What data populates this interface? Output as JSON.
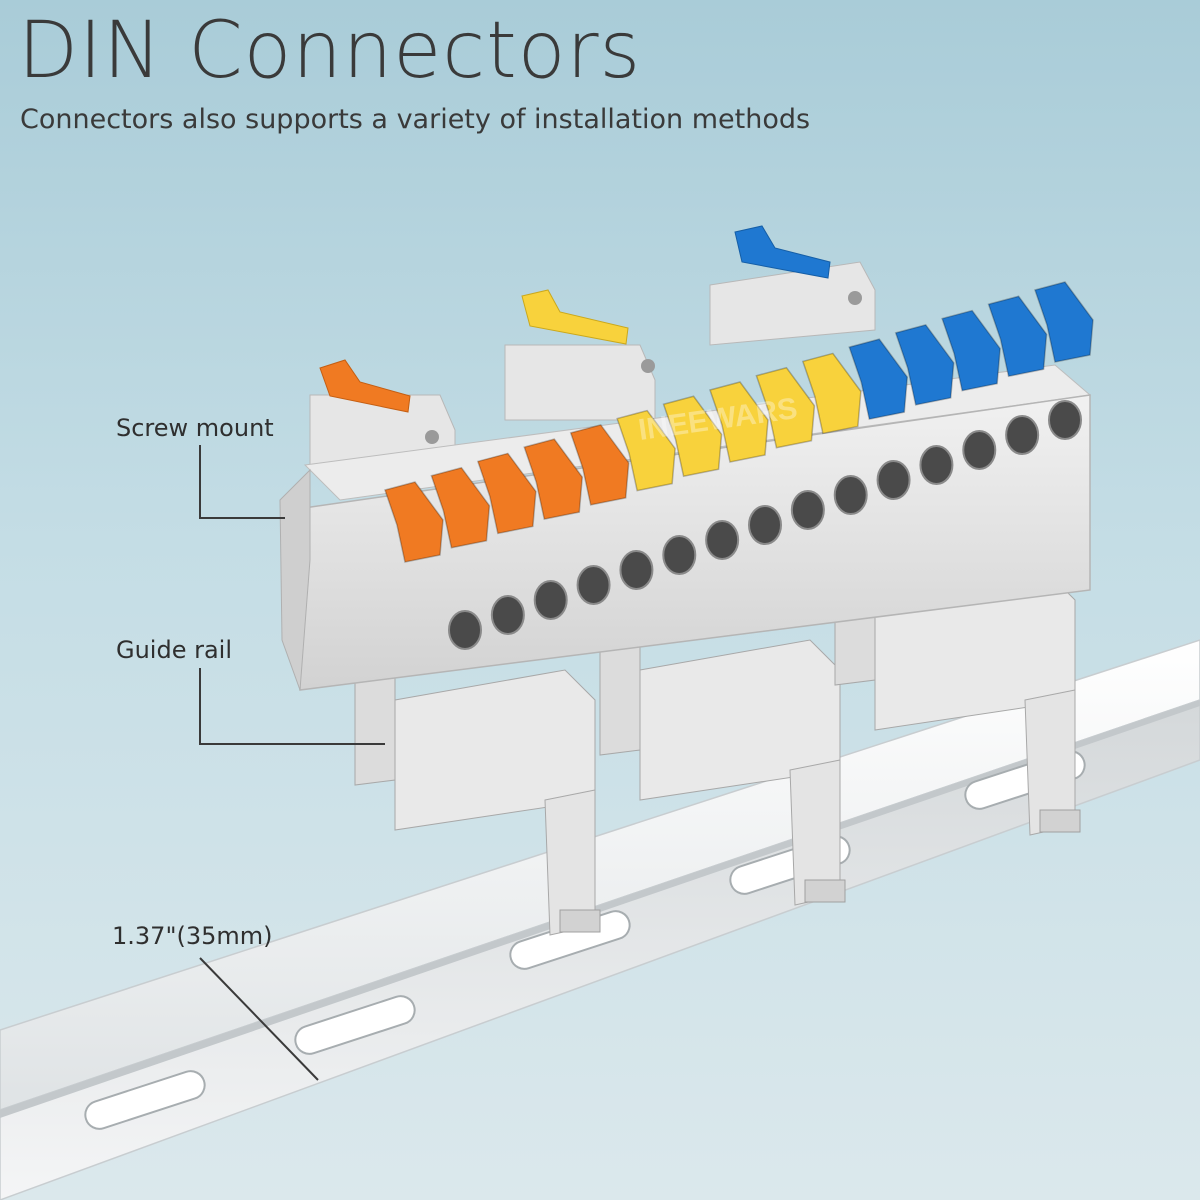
{
  "header": {
    "title": "DIN Connectors",
    "subtitle": "Connectors also supports a variety of installation methods"
  },
  "callouts": {
    "screw_mount": "Screw mount",
    "guide_rail": "Guide rail",
    "rail_width": "1.37\"(35mm)"
  },
  "watermark": "INEEWARS",
  "colors": {
    "background": "#b9d6e0",
    "lever_orange": "#f07a22",
    "lever_yellow": "#f8d23c",
    "lever_blue": "#1f78d1",
    "housing_gray": "#e2e2e2",
    "rail_silver": "#eef0f1"
  },
  "connector": {
    "lever_groups": [
      {
        "color": "orange",
        "count": 5
      },
      {
        "color": "yellow",
        "count": 5
      },
      {
        "color": "blue",
        "count": 5
      }
    ],
    "wire_holes": 15,
    "mounting_feet": 3
  }
}
